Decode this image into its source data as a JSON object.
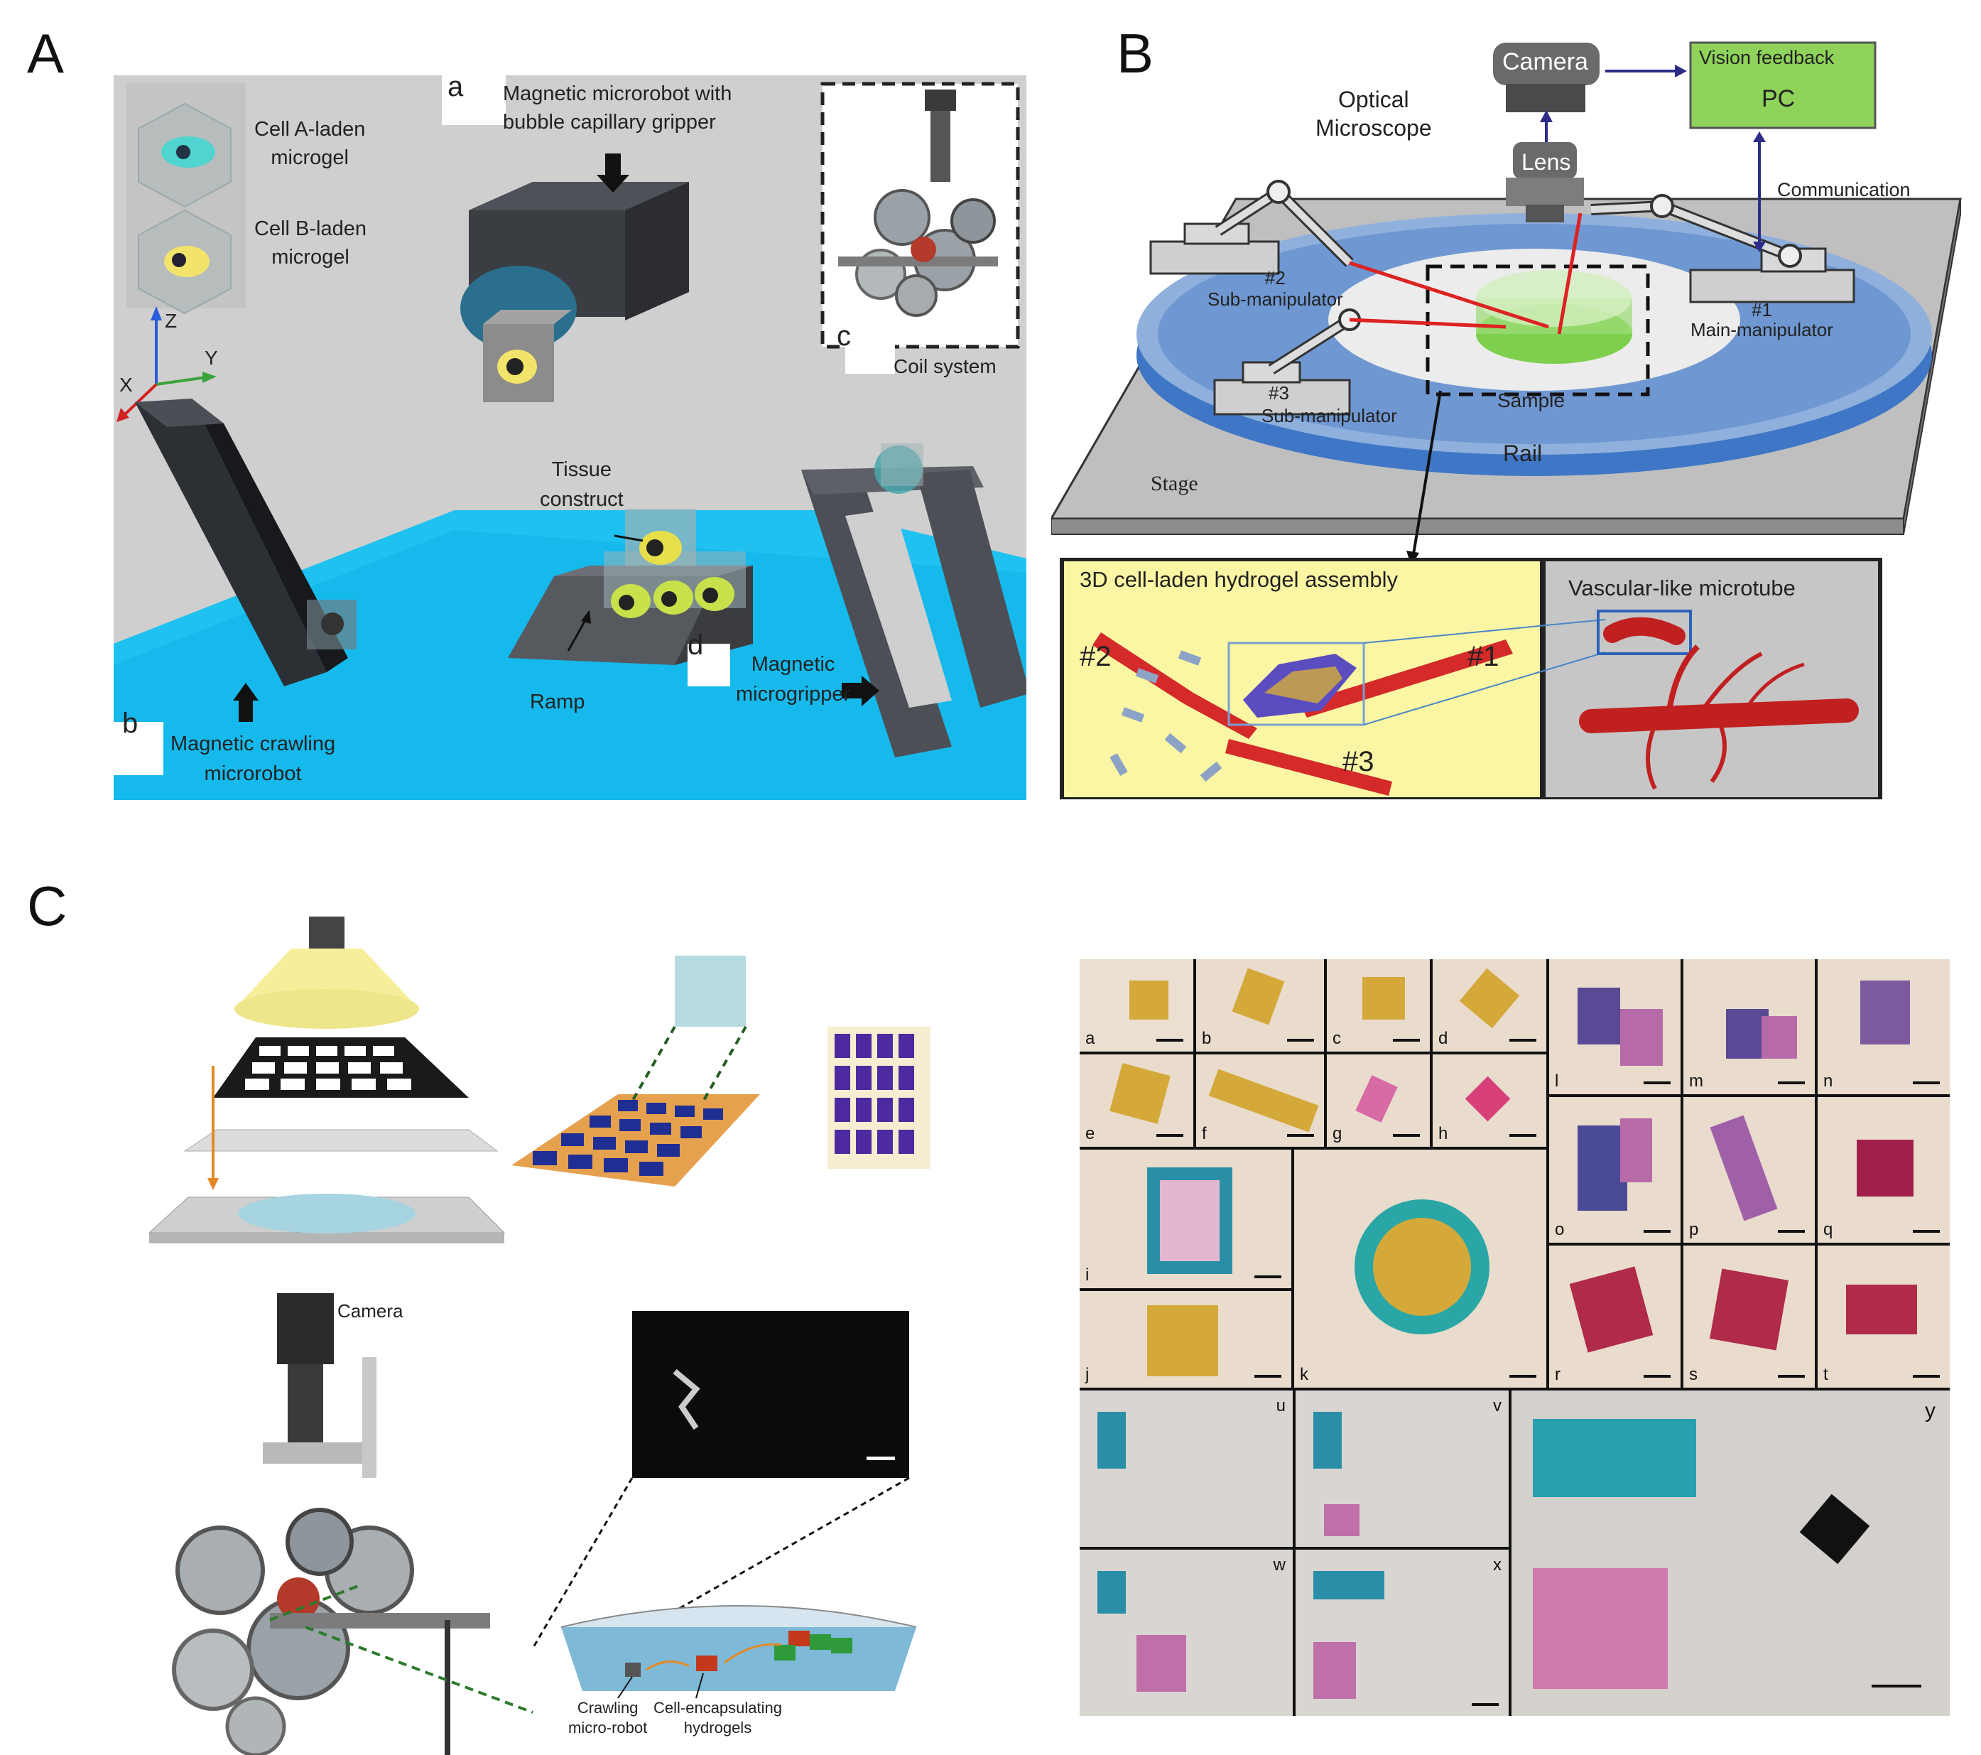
{
  "panels": {
    "A": {
      "letter": "A",
      "sub_a": "a",
      "sub_b": "b",
      "sub_c": "c",
      "sub_d": "d",
      "cell_a": "Cell A-laden\nmicrogel",
      "cell_b": "Cell B-laden\nmicrogel",
      "axis_z": "Z",
      "axis_y": "Y",
      "axis_x": "X",
      "microrobot_gripper": "Magnetic microrobot with\nbubble capillary gripper",
      "coil_system": "Coil system",
      "tissue_construct": "Tissue\nconstruct",
      "ramp": "Ramp",
      "magnetic_microgripper": "Magnetic\nmicrogripper",
      "crawling_microrobot": "Magnetic crawling\nmicrorobot"
    },
    "B": {
      "letter": "B",
      "camera": "Camera",
      "lens": "Lens",
      "optical_microscope": "Optical\nMicroscope",
      "vision_feedback": "Vision feedback",
      "pc": "PC",
      "communication": "Communication",
      "sub2": "#2\nSub-manipulator",
      "main1": "#1\nMain-manipulator",
      "sub3_num": "#3",
      "sub3": "Sub-manipulator",
      "sample": "Sample",
      "rail": "Rail",
      "stage": "Stage",
      "assembly_title": "3D cell-laden hydrogel assembly",
      "vascular_title": "Vascular-like microtube",
      "m2": "#2",
      "m1": "#1",
      "m3": "#3"
    },
    "C": {
      "letter": "C",
      "camera": "Camera",
      "crawling": "Crawling\nmicro-robot",
      "cell_encap": "Cell-encapsulating\nhydrogels",
      "tiles": [
        "a",
        "b",
        "c",
        "d",
        "e",
        "f",
        "g",
        "h",
        "i",
        "j",
        "k",
        "l",
        "m",
        "n",
        "o",
        "p",
        "q",
        "r",
        "s",
        "t",
        "u",
        "v",
        "w",
        "x",
        "y"
      ]
    }
  },
  "colors": {
    "panel_gray": "#cfcfcf",
    "cyan_floor": "#16b9ec",
    "pc_green": "#8fd35a",
    "rail_blue": "#3f77c6",
    "assembly_yellow": "#fbf6a3",
    "tube_red": "#d42a2a"
  }
}
